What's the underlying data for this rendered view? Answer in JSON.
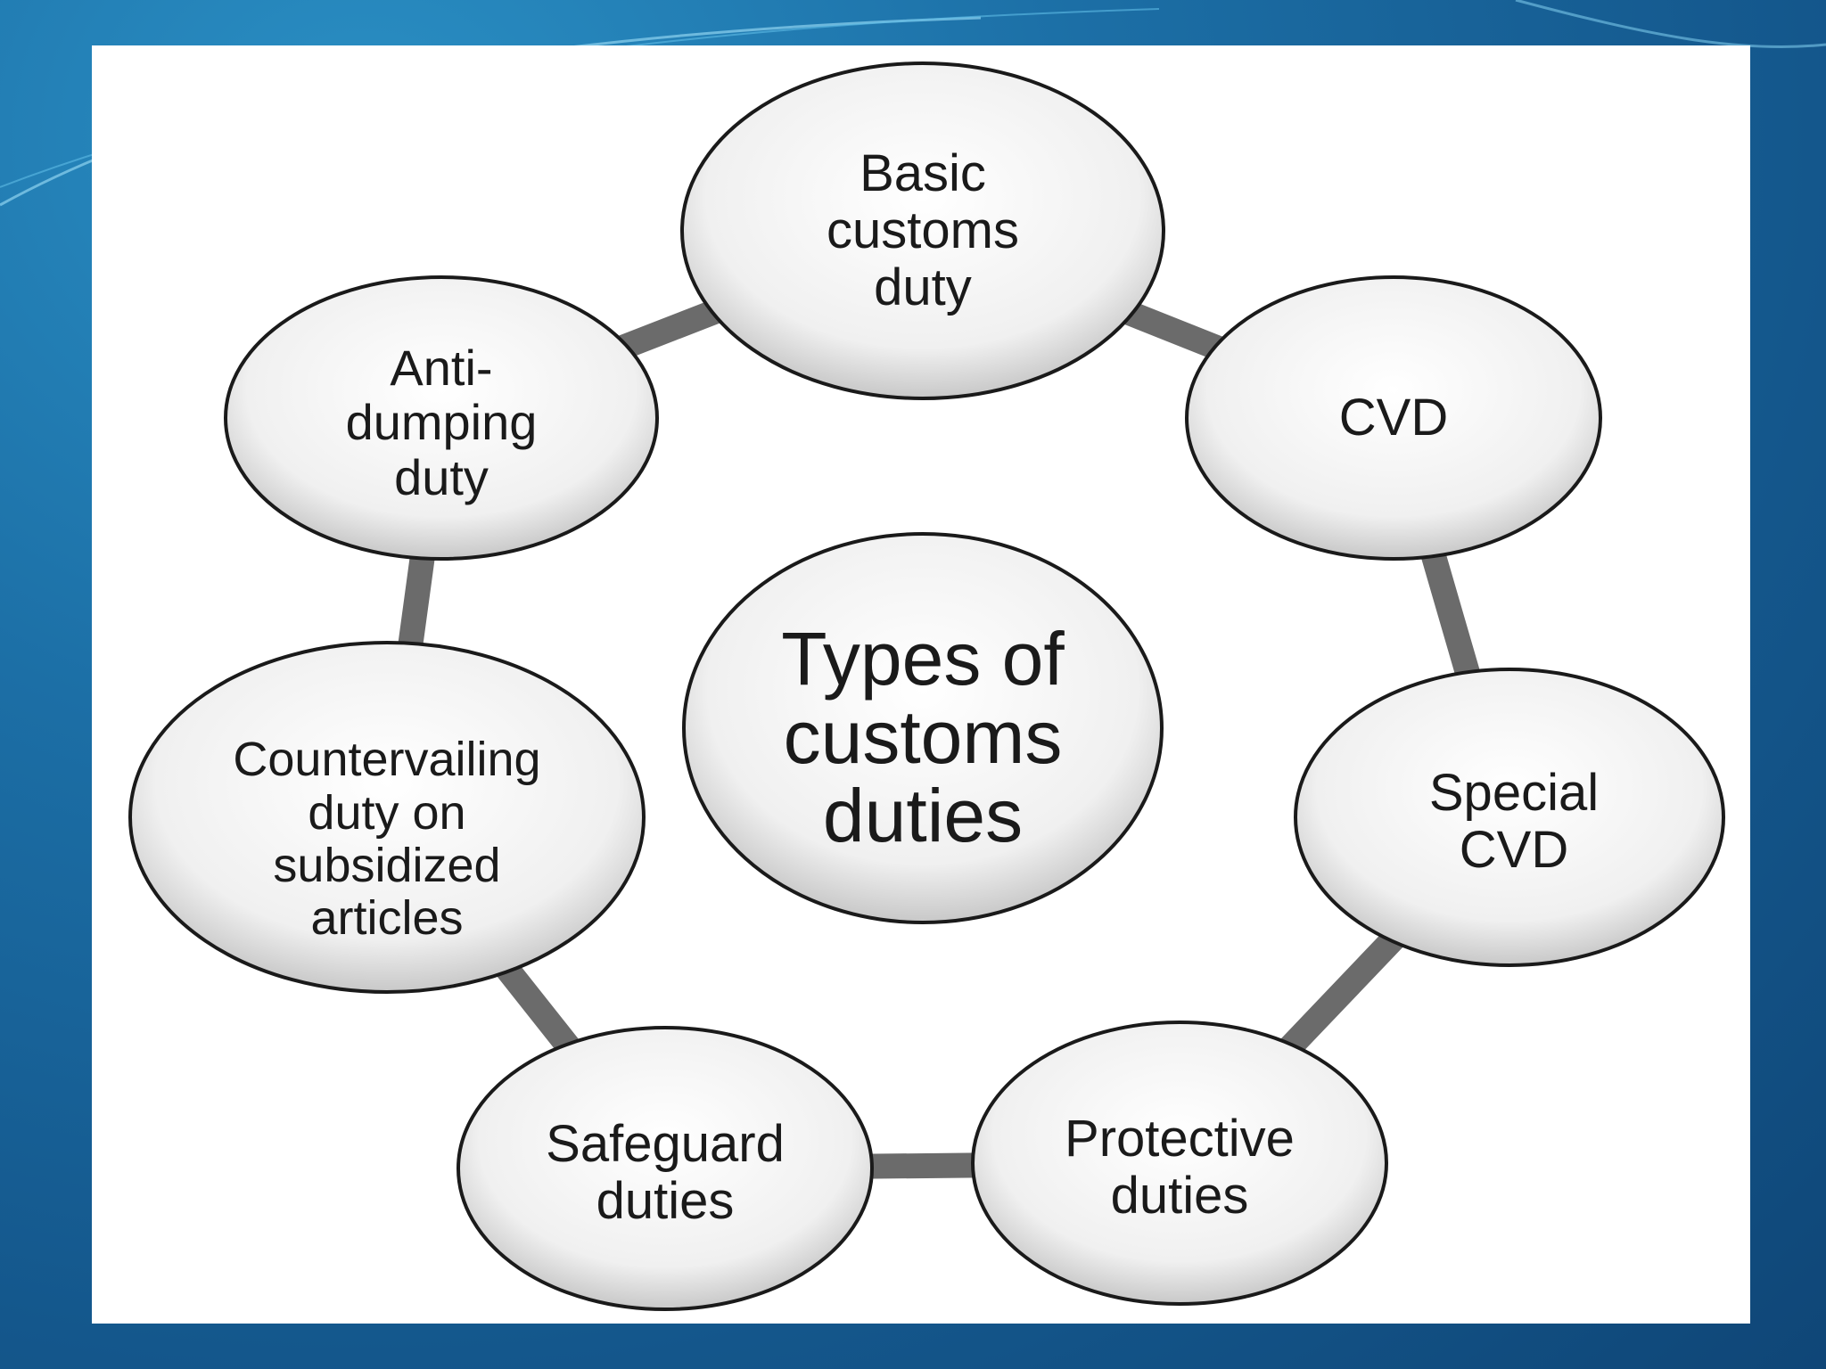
{
  "diagram": {
    "center_label": "Types of customs duties",
    "nodes": [
      {
        "id": "basic",
        "label": "Basic customs duty"
      },
      {
        "id": "cvd",
        "label": "CVD"
      },
      {
        "id": "special_cvd",
        "label": "Special CVD"
      },
      {
        "id": "protective",
        "label": "Protective duties"
      },
      {
        "id": "safeguard",
        "label": "Safeguard duties"
      },
      {
        "id": "countervailing",
        "label": "Countervailing duty on subsidized articles"
      },
      {
        "id": "antidumping",
        "label": "Anti-dumping duty"
      }
    ]
  },
  "colors": {
    "background": "#1c6fa6",
    "panel": "#ffffff",
    "ring": "#6b6b6b",
    "node_fill": "#f2f2f2",
    "node_stroke": "#1a1a1a"
  }
}
